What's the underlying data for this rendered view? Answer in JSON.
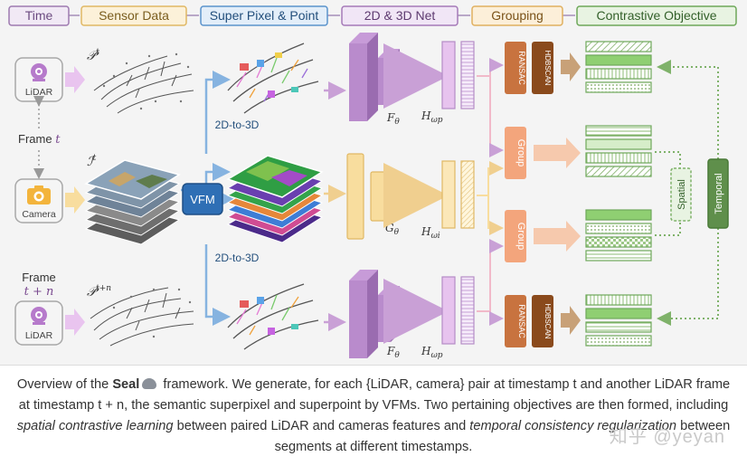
{
  "stages": {
    "time": "Time",
    "sensor_data": "Sensor Data",
    "super_pixel_point": "Super Pixel & Point",
    "net_2d_3d": "2D & 3D Net",
    "grouping": "Grouping",
    "contrastive_objective": "Contrastive Objective"
  },
  "sensors": {
    "lidar_top": "LiDAR",
    "camera": "Camera",
    "lidar_bottom": "LiDAR"
  },
  "frames": {
    "frame_t": "Frame",
    "frame_t_var": "t",
    "frame_tn": "Frame",
    "frame_tn_var": "t + n"
  },
  "math": {
    "p_t": "𝒫",
    "p_t_sup": "t",
    "i_t": "ℐ",
    "i_t_sup": "t",
    "p_tn": "𝒫",
    "p_tn_sup": "t+n",
    "f_theta_top": "F",
    "f_theta_top_sub": "θ",
    "h_top": "H",
    "h_top_sub": "ωp",
    "g_theta": "G",
    "g_theta_sub": "θ",
    "h_mid": "H",
    "h_mid_sub": "ωi",
    "f_theta_bottom": "F",
    "f_theta_bottom_sub": "θ",
    "h_bottom": "H",
    "h_bottom_sub": "ωp"
  },
  "labels": {
    "vfm": "VFM",
    "proj_top": "2D-to-3D",
    "proj_bottom": "2D-to-3D",
    "ransac_top": "RANSAC",
    "hdbscan_top": "HDBSCAN",
    "group_top": "Group",
    "group_bottom": "Group",
    "ransac_bottom": "RANSAC",
    "hdbscan_bottom": "HDBSCAN",
    "spatial": "Spatial",
    "temporal": "Temporal"
  },
  "caption": {
    "p1": "Overview of the ",
    "seal": "Seal",
    "p2": " framework. We generate, for each {LiDAR, camera} pair at timestamp t and another LiDAR frame at timestamp t + n, the semantic superpixel and superpoint by VFMs. Two pertaining objectives are then formed, including ",
    "spatial_term": "spatial contrastive learning",
    "p3": " between paired LiDAR and cameras features and ",
    "temporal_term": "temporal consistency regularization",
    "p4": " between segments at different timestamps."
  },
  "watermark": "知乎 @yeyan",
  "colors": {
    "lavender": "#9b6fb3",
    "blue": "#4a8fd0",
    "purple_stage": "#9e7ab0",
    "yellow": "#e8c070",
    "green": "#6ea85a",
    "ransac": "#c8733f",
    "hdbscan": "#8a4a1c",
    "group": "#f3a57c"
  }
}
